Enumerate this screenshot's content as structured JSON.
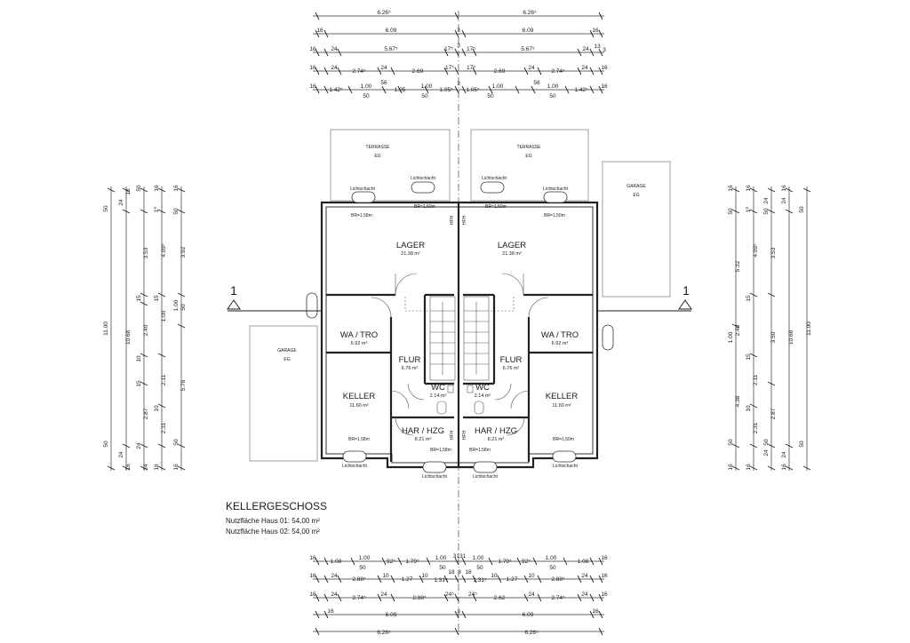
{
  "title": {
    "heading": "KELLERGESCHOSS",
    "line1": "Nutzfläche Haus 01: 54,00 m²",
    "line2": "Nutzfläche Haus 02: 54,00 m²"
  },
  "section_marker": "1",
  "rooms": {
    "terrace_l": {
      "name": "TERRASSE",
      "sub": "EG"
    },
    "terrace_r": {
      "name": "TERRASSE",
      "sub": "EG"
    },
    "garage_l": {
      "name": "GARAGE",
      "sub": "EG"
    },
    "garage_r": {
      "name": "GARAGE",
      "sub": "EG"
    },
    "lager_l": {
      "name": "LAGER",
      "area": "21.38 m²"
    },
    "lager_r": {
      "name": "LAGER",
      "area": "21.38 m²"
    },
    "wa_l": {
      "name": "WA / TRO",
      "area": "6.92 m²"
    },
    "wa_r": {
      "name": "WA / TRO",
      "area": "6.92 m²"
    },
    "flur_l": {
      "name": "FLUR",
      "area": "6.76 m²"
    },
    "flur_r": {
      "name": "FLUR",
      "area": "6.76 m²"
    },
    "wc_l": {
      "name": "WC",
      "area": "2.14 m²"
    },
    "wc_r": {
      "name": "WC",
      "area": "2.14 m²"
    },
    "keller_l": {
      "name": "KELLER",
      "area": "11.60 m²"
    },
    "keller_r": {
      "name": "KELLER",
      "area": "11.60 m²"
    },
    "har_l": {
      "name": "HAR / HZG",
      "area": "8.21 m²"
    },
    "har_r": {
      "name": "HAR / HZG",
      "area": "8.21 m²"
    }
  },
  "labels": {
    "lichtschacht": "Lichtschacht",
    "hfh": "HFH",
    "br_158": "BR=1,58m",
    "br_150": "BR=1,50m"
  },
  "top_dims": {
    "row1": [
      "6.26⁵",
      "6.26⁵"
    ],
    "row2": [
      "16",
      "6.09",
      "3",
      "6.09",
      "16"
    ],
    "row3": [
      "16",
      "24",
      "5.67⁵",
      "17⁵",
      "3",
      "17⁵",
      "5.67⁵",
      "24",
      "13",
      "3"
    ],
    "row4": [
      "16",
      "24",
      "2.74⁵",
      "24",
      "2.69",
      "17⁵",
      "17⁵",
      "2.69",
      "24",
      "2.74⁵",
      "24",
      "16"
    ],
    "row5a": [
      "16",
      "1.42⁵",
      "1.00",
      "56",
      "1.05",
      "1.00",
      "1.05⁵",
      "3",
      "1.05⁵",
      "1.00",
      "56",
      "1.00",
      "1.42⁵",
      "16"
    ],
    "row5b": [
      "50",
      "50",
      "50",
      "50"
    ]
  },
  "bottom_dims": {
    "row1a": [
      "16",
      "1.08",
      "1.00",
      "92⁵",
      "1.79⁵",
      "1.00",
      "3131",
      "1.00",
      "1.79⁵",
      "92⁵",
      "1.00",
      "1.08",
      "16"
    ],
    "row1b": [
      "50",
      "50",
      "50",
      "50"
    ],
    "row2": [
      "16",
      "24",
      "2.88⁵",
      "10",
      "1.27",
      "10",
      "18",
      "3",
      "18",
      "10",
      "1.27",
      "10",
      "2.88⁵",
      "24",
      "16"
    ],
    "row2b": [
      "1.31⁵",
      "1.31⁵"
    ],
    "row3": [
      "16",
      "24",
      "2.74⁵",
      "24",
      "2.88⁵",
      "24⁵",
      "24⁵",
      "2.62",
      "24",
      "2.74⁵",
      "24",
      "16"
    ],
    "row4": [
      "16",
      "6.09",
      "3",
      "6.09",
      "16"
    ],
    "row5": [
      "6.26⁵",
      "6.26⁵"
    ]
  },
  "left_dims": {
    "col1": [
      "50",
      "11.00",
      "50"
    ],
    "col2": [
      "24",
      "16",
      "10.68",
      "16",
      "24"
    ],
    "col3": [
      "50",
      "3.53",
      "15",
      "2.40",
      "10",
      "15",
      "2.87",
      "24",
      "24"
    ],
    "col4": [
      "16",
      "1⁰",
      "4.09⁵",
      "15",
      "1.00",
      "2.11",
      "10",
      "2.31",
      "16"
    ],
    "col5": [
      "16",
      "50",
      "3.92",
      "1.00",
      "50",
      "5.76",
      "50",
      "16"
    ]
  },
  "right_dims": {
    "col1": [
      "16",
      "50",
      "5.32",
      "1.00",
      "2.40",
      "4.38",
      "50",
      "16"
    ],
    "col2": [
      "16",
      "1⁰",
      "4.09⁵",
      "15",
      "15",
      "2.11",
      "10",
      "2.31",
      "16"
    ],
    "col3": [
      "24",
      "50",
      "3.53",
      "3.50",
      "2.87",
      "24",
      "50"
    ],
    "col4": [
      "16",
      "24",
      "10.68",
      "24",
      "16"
    ],
    "col5": [
      "50",
      "11.00",
      "50"
    ]
  }
}
